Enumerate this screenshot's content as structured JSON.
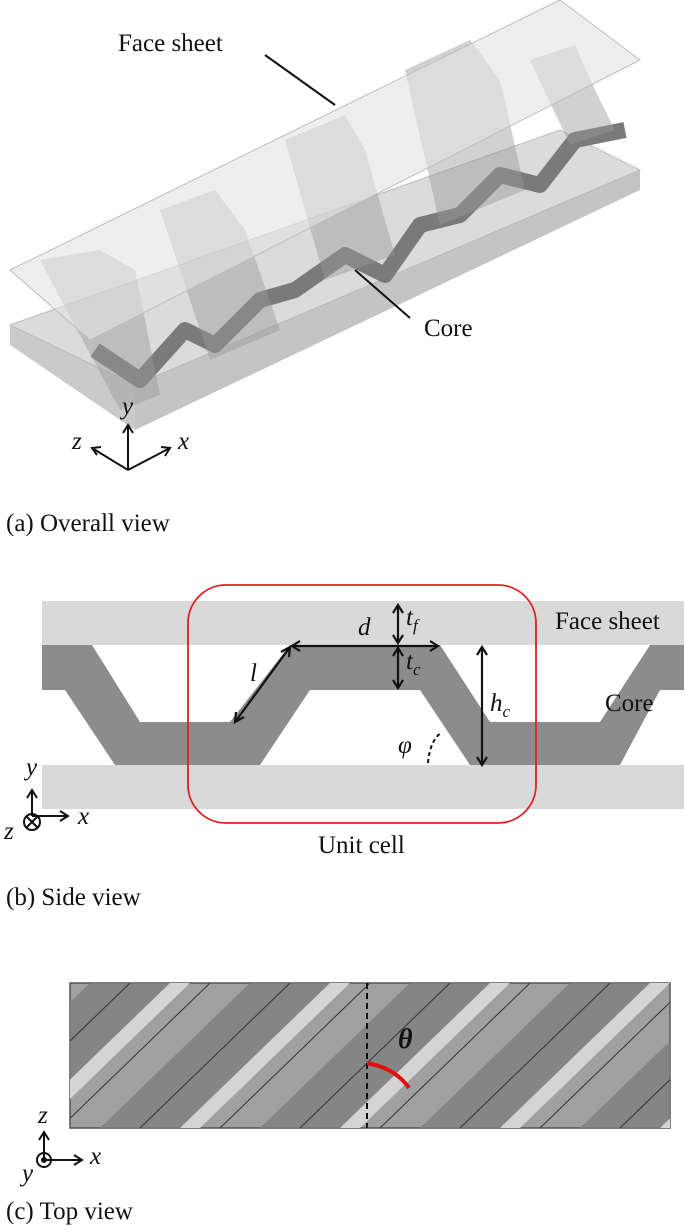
{
  "overall": {
    "face_sheet_label": "Face sheet",
    "core_label": "Core",
    "axes": {
      "y": "y",
      "z": "z",
      "x": "x"
    },
    "caption": "(a) Overall view"
  },
  "side": {
    "face_sheet_label": "Face sheet",
    "core_label": "Core",
    "unit_cell_label": "Unit cell",
    "d": "d",
    "l": "l",
    "t_f": "t",
    "t_f_sub": "f",
    "t_c": "t",
    "t_c_sub": "c",
    "h_c": "h",
    "h_c_sub": "c",
    "phi": "φ",
    "axes": {
      "y": "y",
      "z": "z",
      "x": "x"
    },
    "caption": "(b) Side view"
  },
  "top": {
    "theta": "θ",
    "axes": {
      "z": "z",
      "y": "y",
      "x": "x"
    },
    "caption": "(c) Top view"
  },
  "colors": {
    "face_sheet": "#d9d9d9",
    "core": "#8c8c8c",
    "unit_cell_border": "#e02020",
    "theta_arc": "#e01010"
  }
}
